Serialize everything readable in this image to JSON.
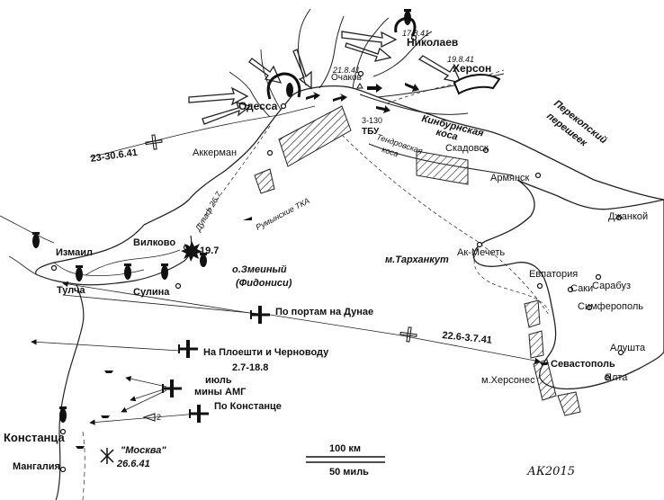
{
  "cities": {
    "nikolaev": "Николаев",
    "kherson": "Херсон",
    "ochakov": "Очаков",
    "odessa": "Одесса",
    "akkerman": "Аккерман",
    "skadovsk": "Скадовск",
    "armyansk": "Армянск",
    "dzhankoy": "Джанкой",
    "ak_mechet": "Ак-Мечеть",
    "evpatoria": "Евпатория",
    "saki": "Саки",
    "sarabuz": "Сарабуз",
    "simferopol": "Симферополь",
    "alushta": "Алушта",
    "sevastopol": "Севастополь",
    "yalta": "Ялта",
    "izmail": "Измаил",
    "vilkovo": "Вилково",
    "tulcha": "Тулча",
    "sulina": "Сулина",
    "constanta": "Констанца",
    "mangalia": "Мангалия"
  },
  "features": {
    "kinburn_1": "Кинбурнская",
    "kinburn_2": "коса",
    "perekop_1": "Перекопский",
    "perekop_2": "перешеек",
    "tendra_1": "Тендровская",
    "tendra_2": "коса",
    "tbu": "ТБУ",
    "tbu_code": "3-130",
    "tarkhankut": "м.Тарханкут",
    "khersones": "м.Херсонес",
    "zmeiny_1": "о.Змеиный",
    "zmeiny_2": "(Фидониси)",
    "minefield": "Дунаф 26.7",
    "rumynskie": "Румынские ТКА"
  },
  "dates": {
    "nikolaev_date": "17.8.41",
    "kherson_date": "19.8.41",
    "ochakov_date": "21.8.41",
    "raid_odessa": "23-30.6.41",
    "raid_sevastopol": "22.6-3.7.41",
    "zmeiny_date": "19.7",
    "ploiesti_dates": "2.7-18.8",
    "moskva_date": "26.6.41"
  },
  "operations": {
    "danube_ports": "По портам на Дунае",
    "ploiesti": "На Плоешти и Черноводу",
    "july": "июль",
    "mines": "мины АМГ",
    "constanta_op": "По Констанце",
    "moskva": "\"Москва\"",
    "sub_number": "2"
  },
  "scale": {
    "km": "100 км",
    "miles": "50 миль"
  },
  "signature": "АК2015",
  "colors": {
    "ink": "#1a1a1a",
    "land_fill": "#ffffff",
    "hatch": "#222222"
  }
}
